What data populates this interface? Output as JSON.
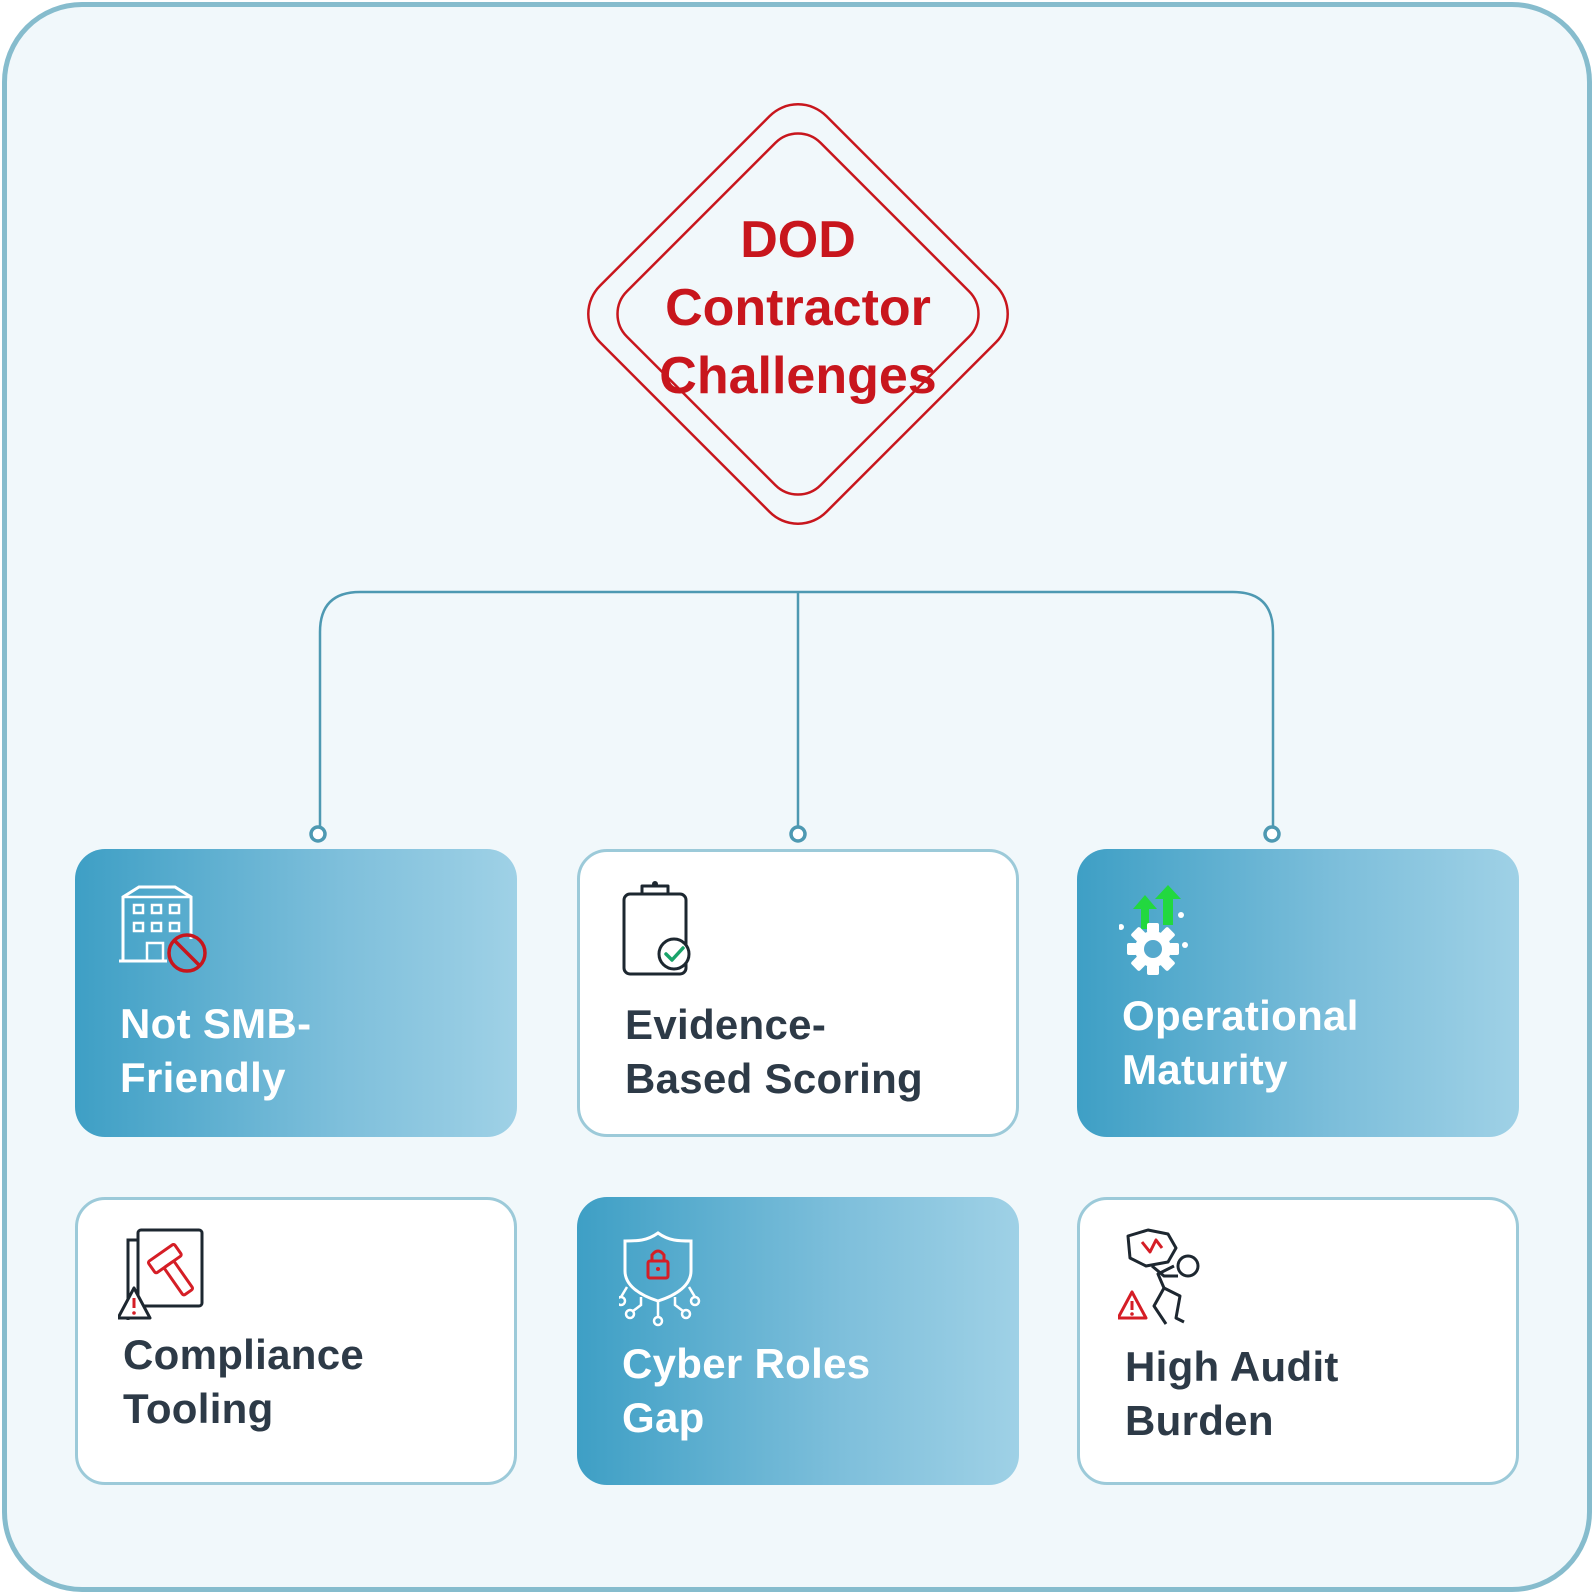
{
  "title": {
    "line1": "DOD",
    "line2": "Contractor",
    "line3": "Challenges"
  },
  "colors": {
    "accent_red": "#c8161d",
    "connector": "#4e99b2",
    "frame_border": "#86bccd",
    "card_gradient_start": "#3e9fc5",
    "card_gradient_end": "#9fd1e6",
    "dark_text": "#2d3a47"
  },
  "cards": [
    {
      "icon": "building-no-icon",
      "line1": "Not SMB-",
      "line2": "Friendly",
      "style": "filled"
    },
    {
      "icon": "clipboard-check-icon",
      "line1": "Evidence-",
      "line2": "Based Scoring",
      "style": "outline"
    },
    {
      "icon": "gear-arrows-up-icon",
      "line1": "Operational",
      "line2": "Maturity",
      "style": "filled"
    },
    {
      "icon": "gavel-warning-icon",
      "line1": "Compliance",
      "line2": "Tooling",
      "style": "outline"
    },
    {
      "icon": "shield-lock-circuit-icon",
      "line1": "Cyber Roles",
      "line2": "Gap",
      "style": "filled"
    },
    {
      "icon": "person-carrying-burden-icon",
      "line1": "High Audit",
      "line2": "Burden",
      "style": "outline"
    }
  ]
}
